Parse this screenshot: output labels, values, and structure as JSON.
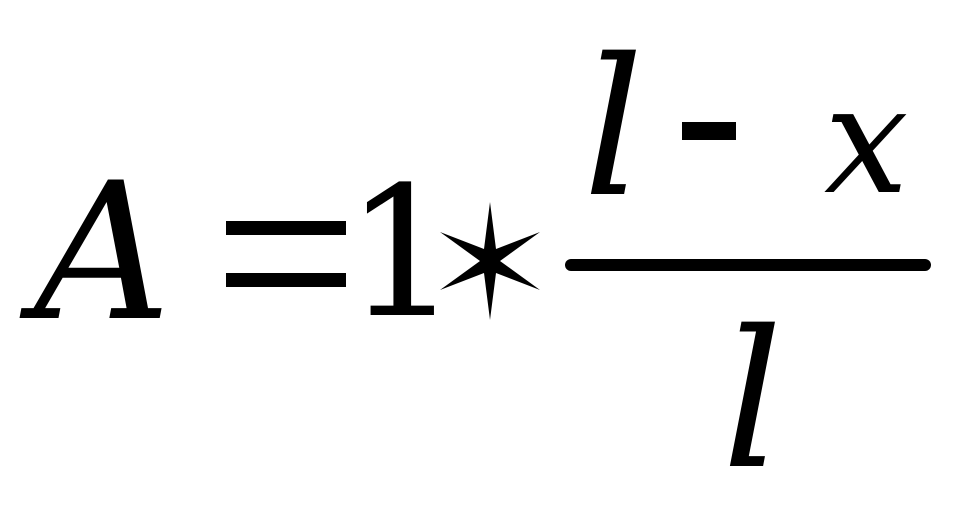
{
  "equation": {
    "lhs": "A",
    "equals": "=",
    "coefficient": "1",
    "operator": "*",
    "numerator": {
      "left": "l",
      "op": "-",
      "right": "x"
    },
    "denominator": "l"
  }
}
